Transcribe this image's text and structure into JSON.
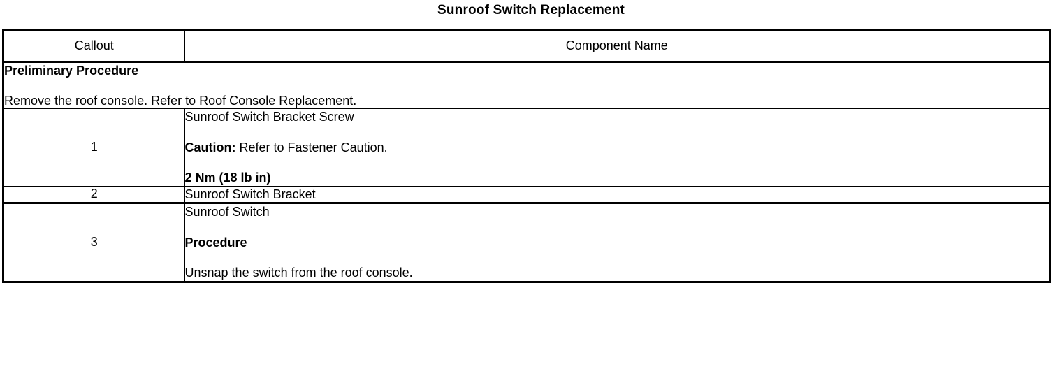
{
  "document": {
    "title": "Sunroof Switch Replacement"
  },
  "table": {
    "headers": {
      "callout": "Callout",
      "component_name": "Component Name"
    },
    "preliminary": {
      "heading": "Preliminary Procedure",
      "text": "Remove the roof console. Refer to Roof Console Replacement."
    },
    "rows": [
      {
        "callout": "1",
        "lines": [
          {
            "text": "Sunroof Switch Bracket Screw",
            "bold": false
          },
          {
            "label": "Caution:",
            "text": " Refer to Fastener Caution.",
            "bold": false
          },
          {
            "text": "2 Nm (18 lb in)",
            "bold": true
          }
        ]
      },
      {
        "callout": "2",
        "lines": [
          {
            "text": "Sunroof Switch Bracket",
            "bold": false
          }
        ]
      },
      {
        "callout": "3",
        "lines": [
          {
            "text": "Sunroof Switch",
            "bold": false
          },
          {
            "text": "Procedure",
            "bold": true
          },
          {
            "text": "Unsnap the switch from the roof console.",
            "bold": false
          }
        ]
      }
    ]
  },
  "colors": {
    "text": "#000000",
    "background": "#ffffff",
    "border": "#000000"
  }
}
